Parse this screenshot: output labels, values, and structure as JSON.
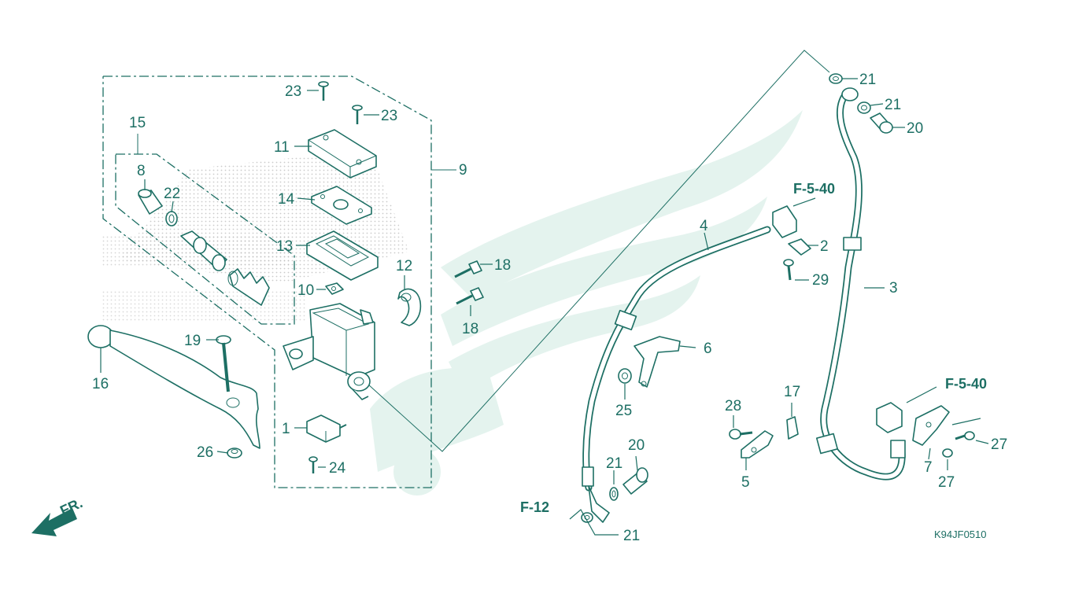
{
  "diagram_code": "K94JF0510",
  "references": {
    "f540_top": "F-5-40",
    "f540_right": "F-5-40",
    "f12": "F-12"
  },
  "front_marker": "FR.",
  "callouts": {
    "c1": "1",
    "c2": "2",
    "c3": "3",
    "c4": "4",
    "c5": "5",
    "c6": "6",
    "c7": "7",
    "c8": "8",
    "c9": "9",
    "c10": "10",
    "c11": "11",
    "c12": "12",
    "c13": "13",
    "c14": "14",
    "c15": "15",
    "c16": "16",
    "c17": "17",
    "c18a": "18",
    "c18b": "18",
    "c19": "19",
    "c20a": "20",
    "c20b": "20",
    "c21a": "21",
    "c21b": "21",
    "c21c": "21",
    "c21d": "21",
    "c22": "22",
    "c23a": "23",
    "c23b": "23",
    "c24": "24",
    "c25": "25",
    "c26": "26",
    "c27a": "27",
    "c27b": "27",
    "c28": "28",
    "c29": "29"
  },
  "colors": {
    "line": "#1d6f64",
    "watermark": "#e4f3ee",
    "background": "#ffffff"
  }
}
